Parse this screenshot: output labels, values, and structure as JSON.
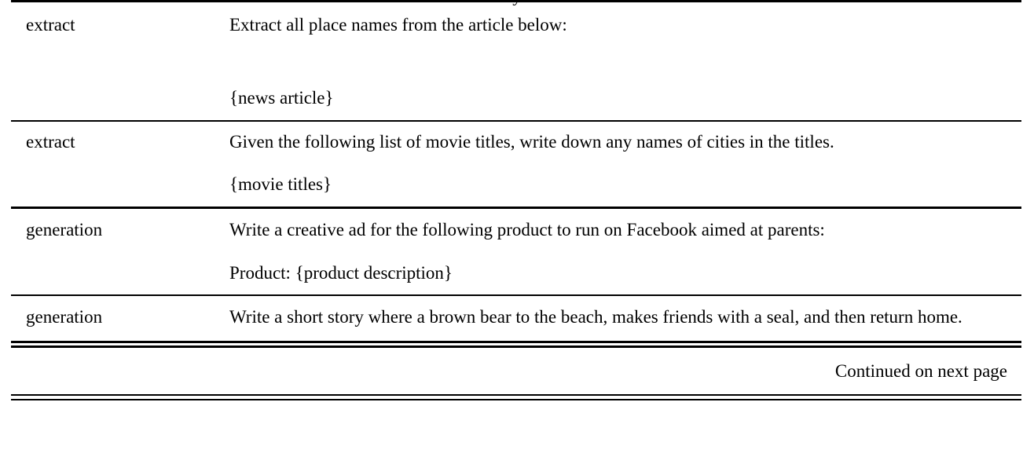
{
  "document": {
    "clipped_header_fragment": "y",
    "column_count": 2,
    "font_color": "#000000",
    "background": "#ffffff",
    "rule_color": "#000000"
  },
  "table": {
    "rows": [
      {
        "type": "extract",
        "paragraphs": [
          "Extract all place names from the article below:",
          "{news article}"
        ]
      },
      {
        "type": "extract",
        "paragraphs": [
          "Given the following list of movie titles, write down any names of cities in the titles.",
          "{movie titles}"
        ]
      },
      {
        "type": "generation",
        "paragraphs": [
          "Write a creative ad for the following product to run on Facebook aimed at parents:",
          "Product: {product description}"
        ]
      },
      {
        "type": "generation",
        "paragraphs": [
          "Write a short story where a brown bear to the beach, makes friends with a seal, and then return home."
        ]
      }
    ]
  },
  "footer": {
    "continuation_note": "Continued on next page"
  }
}
